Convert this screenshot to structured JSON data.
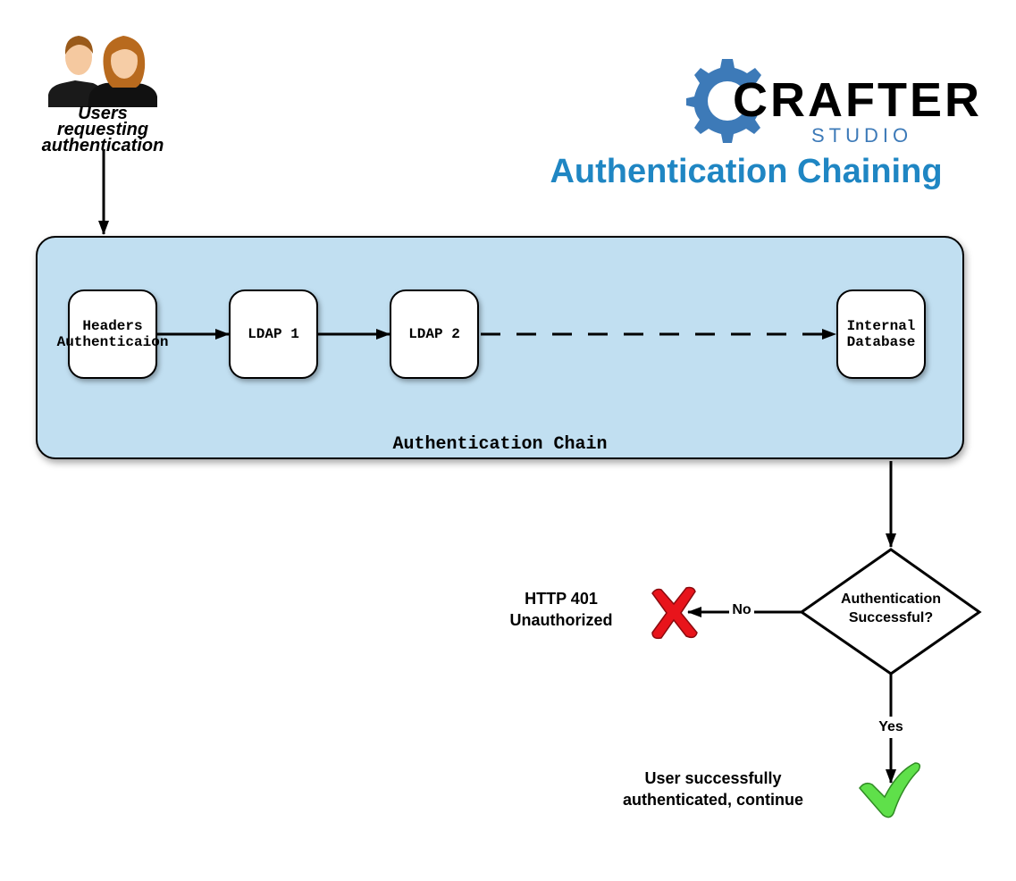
{
  "users": {
    "icon": "users-group-icon",
    "label_lines": [
      "Users",
      "requesting",
      "authentication"
    ]
  },
  "brand": {
    "logo_icon": "crafter-gear-icon",
    "name": "CRAFTER",
    "product": "STUDIO",
    "gear_color": "#3d7ab8"
  },
  "title": "Authentication Chaining",
  "title_color": "#1f86c3",
  "chain": {
    "label": "Authentication Chain",
    "fill_color": "#c1dff1",
    "nodes": [
      {
        "lines": [
          "Headers",
          "Authenticaion"
        ]
      },
      {
        "lines": [
          "LDAP 1"
        ]
      },
      {
        "lines": [
          "LDAP 2"
        ]
      },
      {
        "lines": [
          "Internal",
          "Database"
        ]
      }
    ]
  },
  "decision": {
    "lines": [
      "Authentication",
      "Successful?"
    ],
    "no_label": "No",
    "yes_label": "Yes"
  },
  "failure": {
    "icon": "red-x-icon",
    "lines": [
      "HTTP 401",
      "Unauthorized"
    ],
    "color": "#e8141b"
  },
  "success": {
    "icon": "green-check-icon",
    "lines": [
      "User successfully",
      "authenticated, continue"
    ],
    "color": "#5fe04a"
  }
}
